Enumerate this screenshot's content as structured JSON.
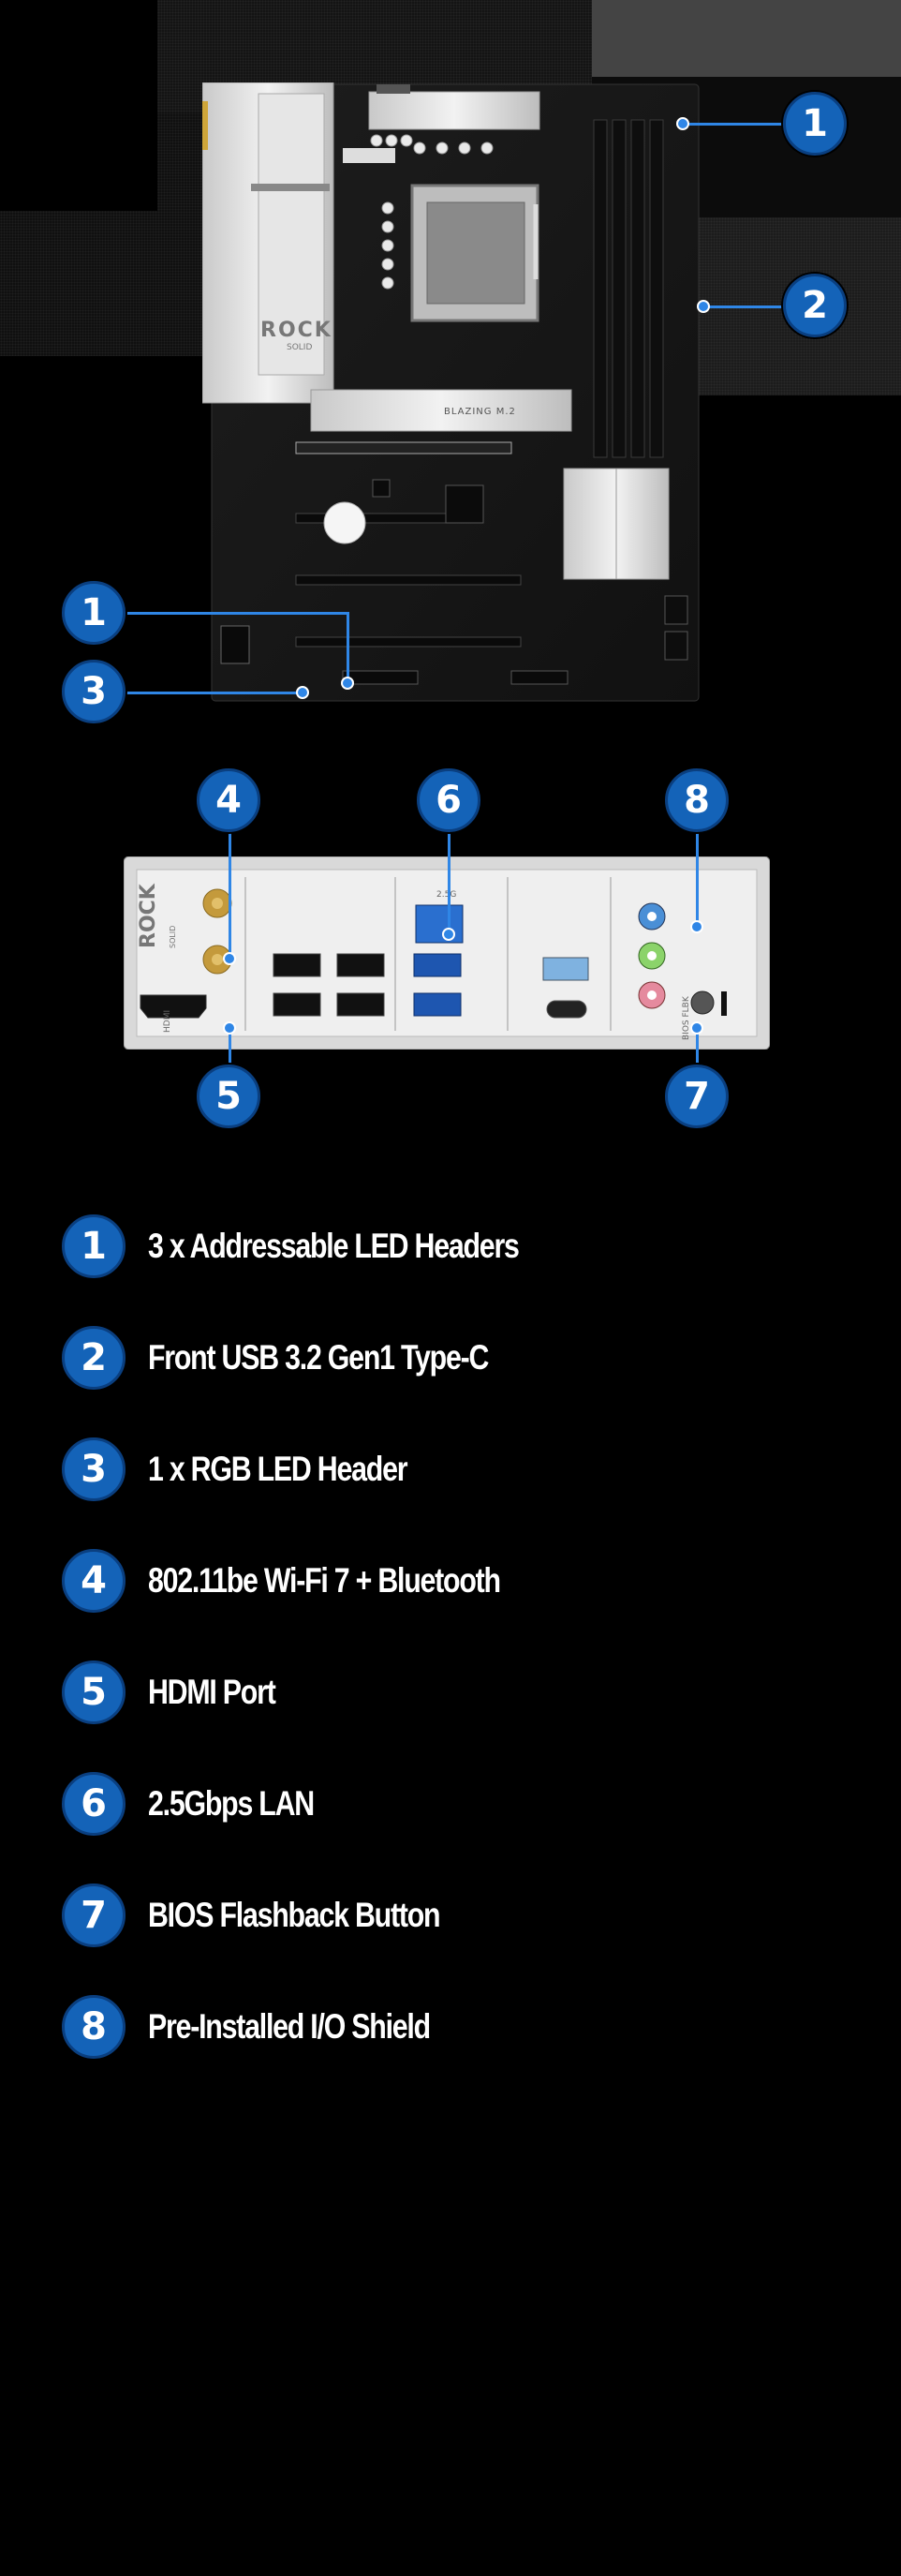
{
  "motherboard": {
    "brand_mark": "ROCK",
    "brand_sub": "SOLID",
    "m2_label": "BLAZING M.2"
  },
  "io_panel": {
    "brand_mark": "ROCK",
    "brand_sub": "SOLID",
    "hdmi_label": "HDMI",
    "lan_label": "2.5G",
    "bios_label": "BIOS FLBK"
  },
  "callouts": [
    "1",
    "2",
    "1",
    "3",
    "4",
    "6",
    "8",
    "5",
    "7"
  ],
  "features": [
    {
      "number": "1",
      "label": "3 x Addressable LED Headers"
    },
    {
      "number": "2",
      "label": "Front USB 3.2 Gen1 Type-C"
    },
    {
      "number": "3",
      "label": "1 x RGB LED Header"
    },
    {
      "number": "4",
      "label": "802.11be Wi-Fi 7 + Bluetooth"
    },
    {
      "number": "5",
      "label": "HDMI Port"
    },
    {
      "number": "6",
      "label": "2.5Gbps LAN"
    },
    {
      "number": "7",
      "label": "BIOS Flashback Button"
    },
    {
      "number": "8",
      "label": "Pre-Installed I/O Shield"
    }
  ],
  "colors": {
    "badge": "#1463b8",
    "lead_line": "#2f86e6",
    "background": "#000000"
  }
}
